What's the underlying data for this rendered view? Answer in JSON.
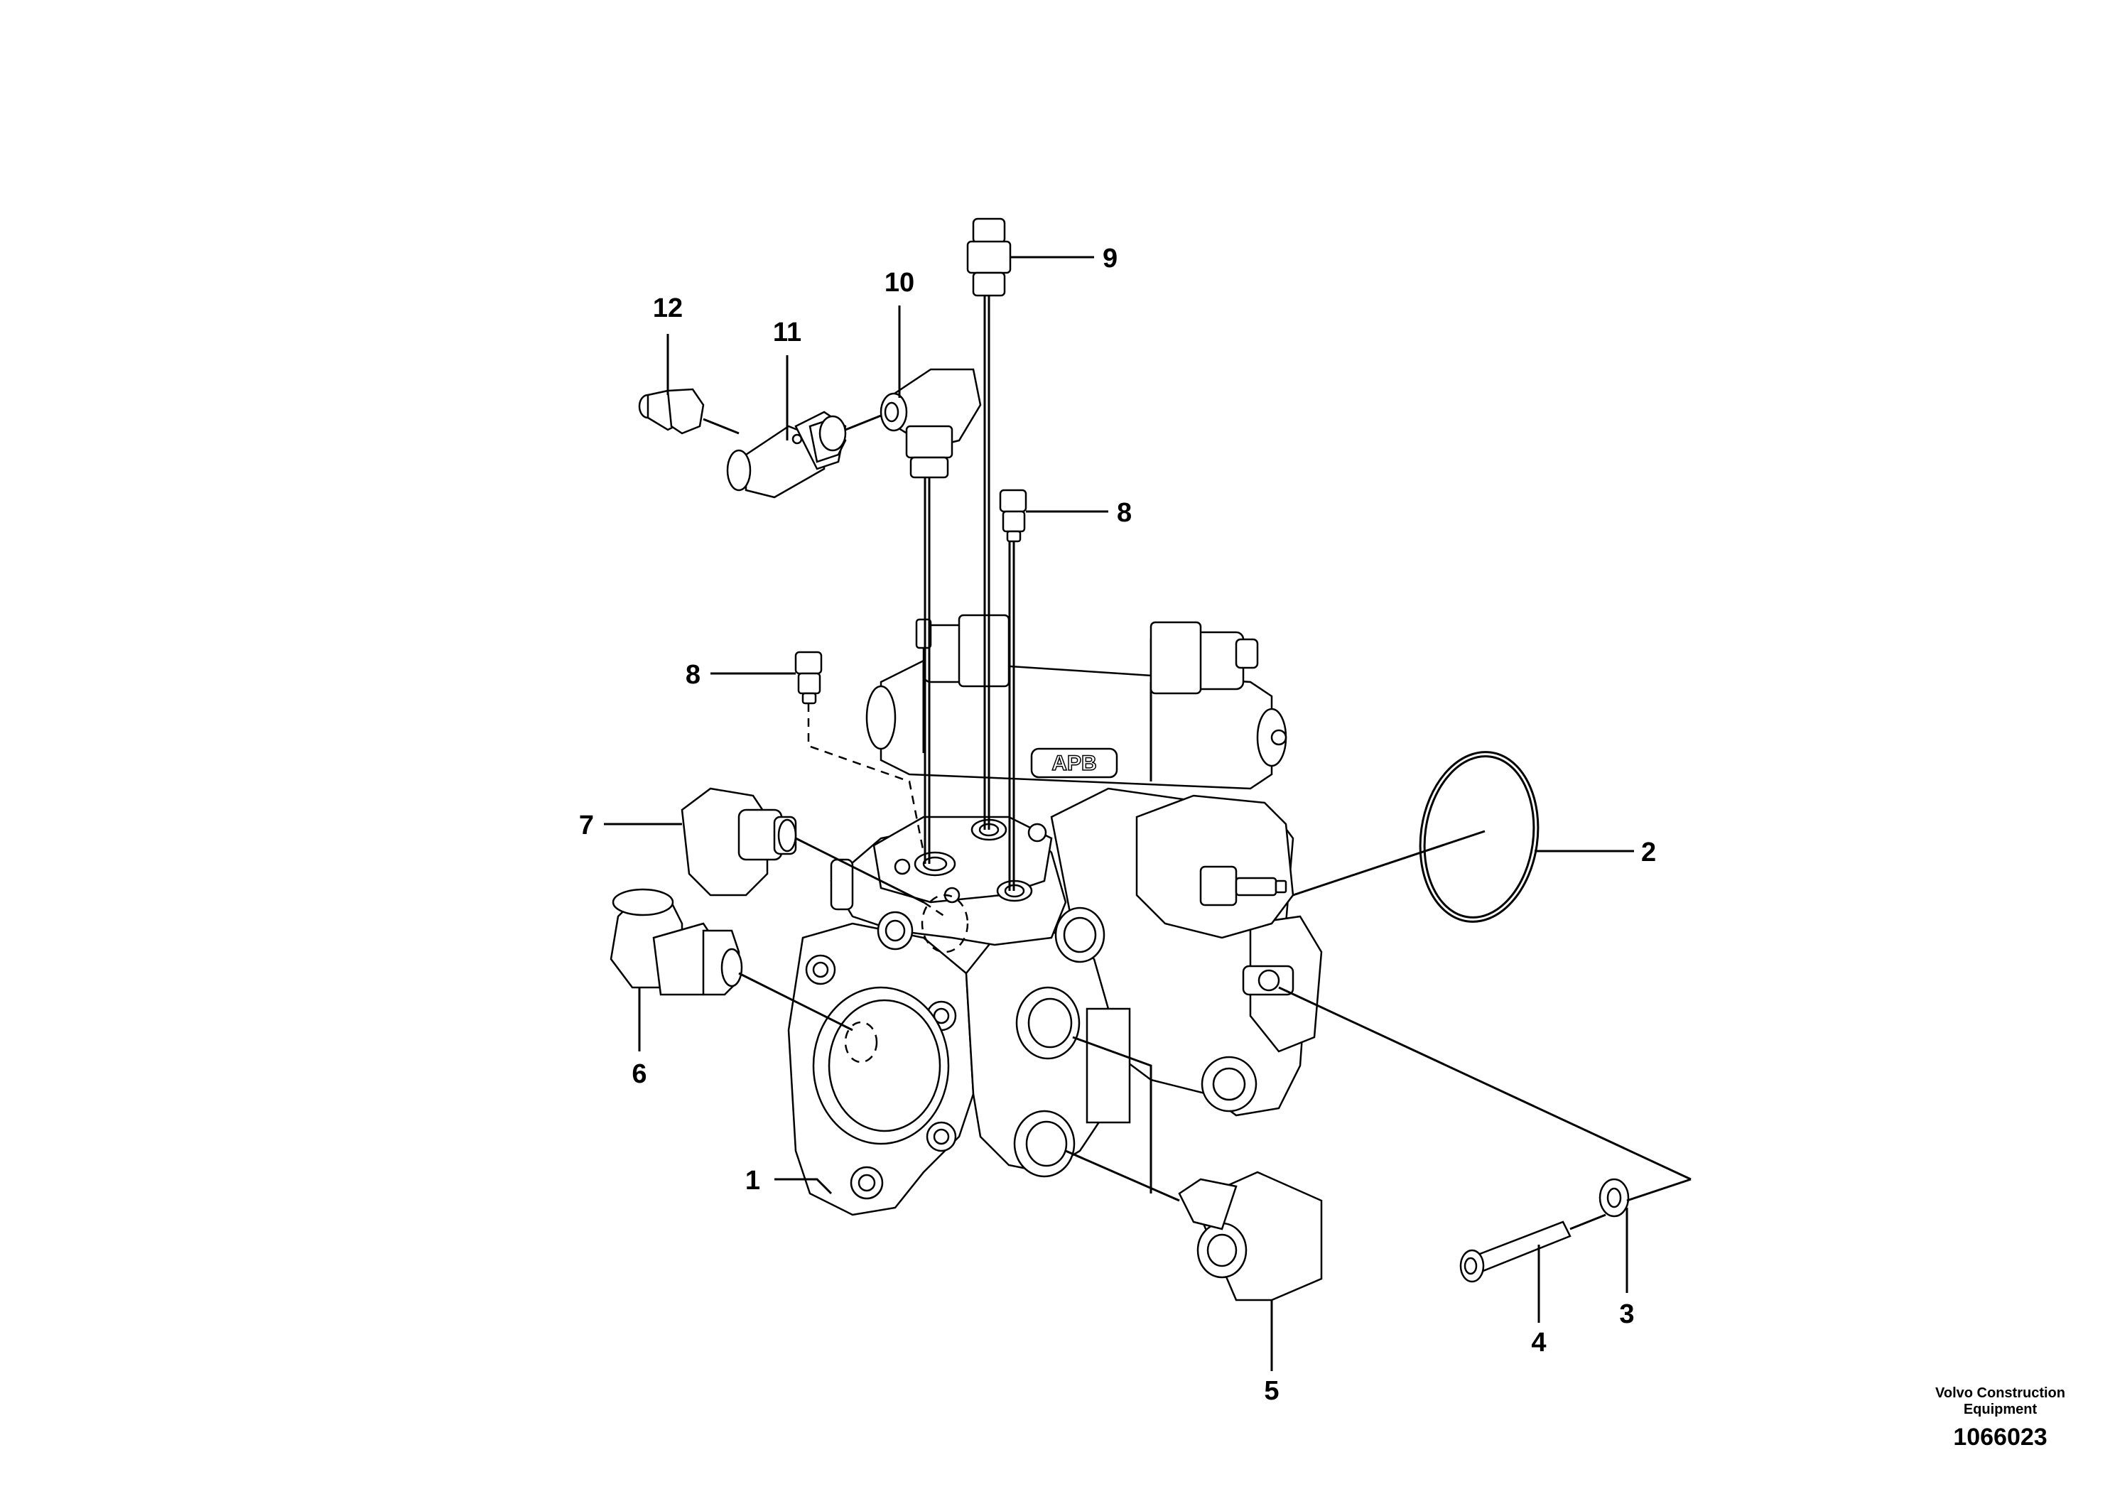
{
  "callouts": [
    {
      "id": "1",
      "label": "1"
    },
    {
      "id": "2",
      "label": "2"
    },
    {
      "id": "3",
      "label": "3"
    },
    {
      "id": "4",
      "label": "4"
    },
    {
      "id": "5",
      "label": "5"
    },
    {
      "id": "6",
      "label": "6"
    },
    {
      "id": "7",
      "label": "7"
    },
    {
      "id": "8a",
      "label": "8"
    },
    {
      "id": "8b",
      "label": "8"
    },
    {
      "id": "9",
      "label": "9"
    },
    {
      "id": "10",
      "label": "10"
    },
    {
      "id": "11",
      "label": "11"
    },
    {
      "id": "12",
      "label": "12"
    }
  ],
  "embossed_text": "APB",
  "footer": {
    "company_line1": "Volvo Construction",
    "company_line2": "Equipment",
    "document_number": "1066023"
  }
}
